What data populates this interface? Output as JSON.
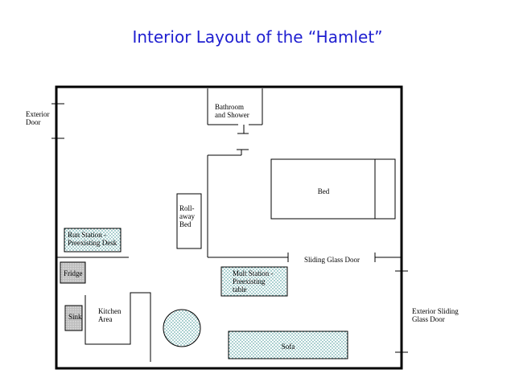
{
  "title": "Interior Layout of the “Hamlet”",
  "labels": {
    "exterior_door": "Exterior\nDoor",
    "bathroom": "Bathroom\nand Shower",
    "bed": "Bed",
    "rollaway_bed": "Roll-\naway\nBed",
    "run_station": "Run Station -\nPreexisting Desk",
    "sliding_glass_door": "Sliding Glass Door",
    "fridge": "Fridge",
    "mult_station": "Mult Station -\nPreexisting\ntable",
    "sink": "Sink",
    "kitchen_area": "Kitchen\nArea",
    "sofa": "Sofa",
    "exterior_sliding_glass_door": "Exterior Sliding\nGlass Door"
  },
  "colors": {
    "title": "#1f1fd0",
    "line": "#000000",
    "stipple": "#2e8b8b",
    "appliance": "#c8c8c8"
  }
}
